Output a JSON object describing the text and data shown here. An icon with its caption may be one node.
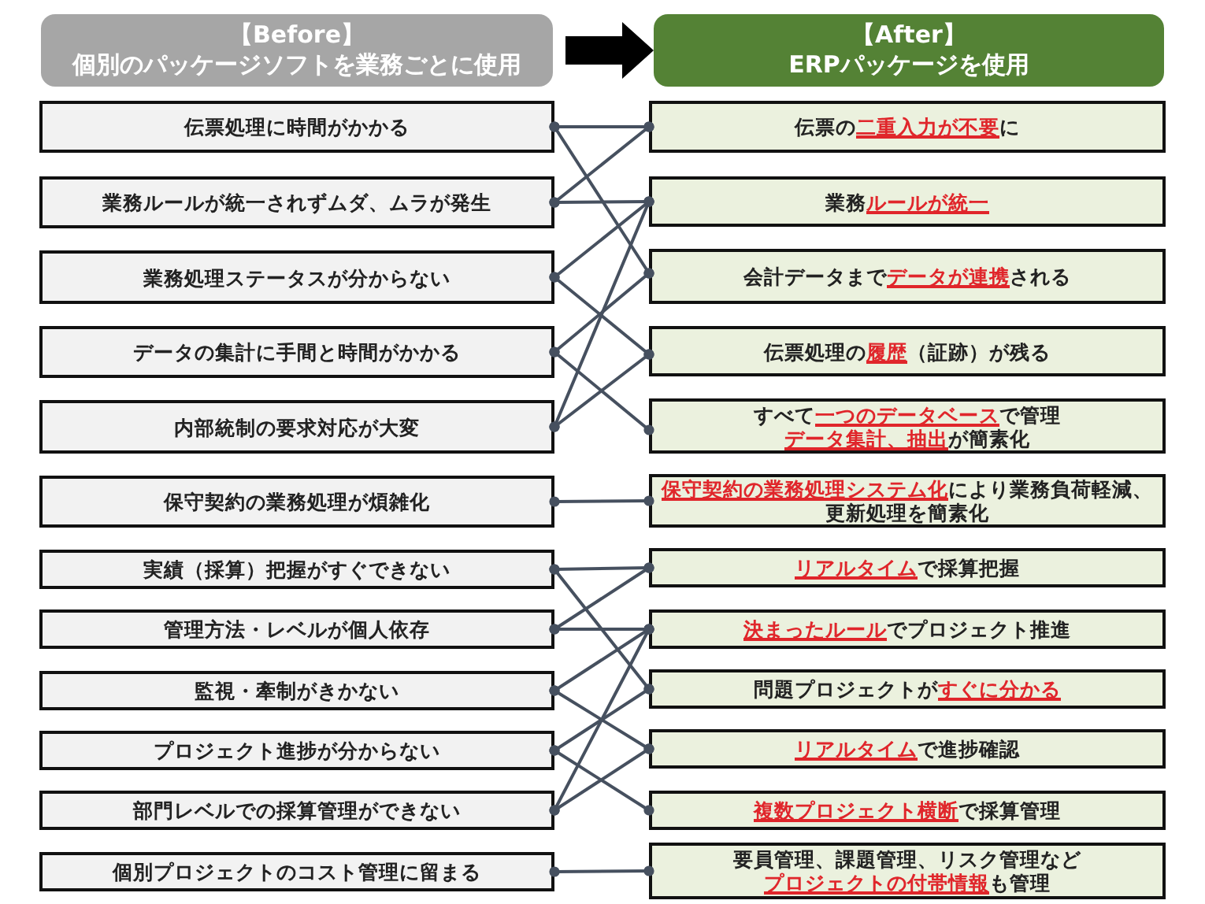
{
  "diagram": {
    "nodes": [
      {
        "text": [
          "【Before】",
          "個別のパッケージソフトを業務ごとに使用"
        ]
      },
      {
        "text": [
          "【After】",
          "ERPパッケージを使用"
        ]
      },
      {
        "text": [
          "伝票処理に時間がかかる"
        ]
      },
      {
        "text": [
          "業務ルールが統一されずムダ、ムラが発生"
        ]
      },
      {
        "text": [
          "業務処理ステータスが分からない"
        ]
      },
      {
        "text": [
          "データの集計に手間と時間がかかる"
        ]
      },
      {
        "text": [
          "内部統制の要求対応が大変"
        ]
      },
      {
        "text": [
          "保守契約の業務処理が煩雑化"
        ]
      },
      {
        "text": [
          "実績（採算）把握がすぐできない"
        ]
      },
      {
        "text": [
          "管理方法・レベルが個人依存"
        ]
      },
      {
        "text": [
          "監視・牽制がきかない"
        ]
      },
      {
        "text": [
          "プロジェクト進捗が分からない"
        ]
      },
      {
        "text": [
          "部門レベルでの採算管理ができない"
        ]
      },
      {
        "text": [
          "個別プロジェクトのコスト管理に留まる"
        ]
      },
      {
        "text": [
          "伝票の**二重入力が不要**に"
        ]
      },
      {
        "text": [
          "業務**ルールが統一**"
        ]
      },
      {
        "text": [
          "会計データまで**データが連携**される"
        ]
      },
      {
        "text": [
          "伝票処理の**履歴**（証跡）が残る"
        ]
      },
      {
        "text": [
          "すべて**一つのデータベース**で管理",
          "**データ集計、抽出**が簡素化"
        ]
      },
      {
        "text": [
          "**保守契約の業務処理システム化**により業務負荷軽減、更新処理を簡素化"
        ]
      },
      {
        "text": [
          "**リアルタイム**で採算把握"
        ]
      },
      {
        "text": [
          "**決まったルール**でプロジェクト推進"
        ]
      },
      {
        "text": [
          "問題プロジェクトが**すぐに分かる**"
        ]
      },
      {
        "text": [
          "**リアルタイム**で進捗確認"
        ]
      },
      {
        "text": [
          "**複数プロジェクト横断**で採算管理"
        ]
      },
      {
        "text": [
          "要員管理、課題管理、リスク管理など**プロジェクトの付帯情報**も管理"
        ]
      }
    ],
    "edges": [
      {
        "from": 0,
        "to": 1,
        "arrow": "to",
        "style": "thick",
        "color": "#000000"
      },
      {
        "from": 2,
        "to": 14,
        "arrow": "other"
      },
      {
        "from": 2,
        "to": 16,
        "arrow": "other"
      },
      {
        "from": 3,
        "to": 14,
        "arrow": "other"
      },
      {
        "from": 3,
        "to": 15,
        "arrow": "other"
      },
      {
        "from": 4,
        "to": 15,
        "arrow": "other"
      },
      {
        "from": 4,
        "to": 17,
        "arrow": "other"
      },
      {
        "from": 5,
        "to": 16,
        "arrow": "other"
      },
      {
        "from": 5,
        "to": 18,
        "arrow": "other"
      },
      {
        "from": 6,
        "to": 15,
        "arrow": "other"
      },
      {
        "from": 6,
        "to": 17,
        "arrow": "other"
      },
      {
        "from": 7,
        "to": 19,
        "arrow": "other"
      },
      {
        "from": 8,
        "to": 20,
        "arrow": "other"
      },
      {
        "from": 8,
        "to": 22,
        "arrow": "other"
      },
      {
        "from": 9,
        "to": 20,
        "arrow": "other"
      },
      {
        "from": 9,
        "to": 21,
        "arrow": "other"
      },
      {
        "from": 10,
        "to": 21,
        "arrow": "other"
      },
      {
        "from": 10,
        "to": 23,
        "arrow": "other"
      },
      {
        "from": 11,
        "to": 22,
        "arrow": "other"
      },
      {
        "from": 11,
        "to": 24,
        "arrow": "other"
      },
      {
        "from": 12,
        "to": 21,
        "arrow": "other"
      },
      {
        "from": 12,
        "to": 23,
        "arrow": "other"
      },
      {
        "from": 13,
        "to": 25,
        "arrow": "other"
      }
    ]
  }
}
